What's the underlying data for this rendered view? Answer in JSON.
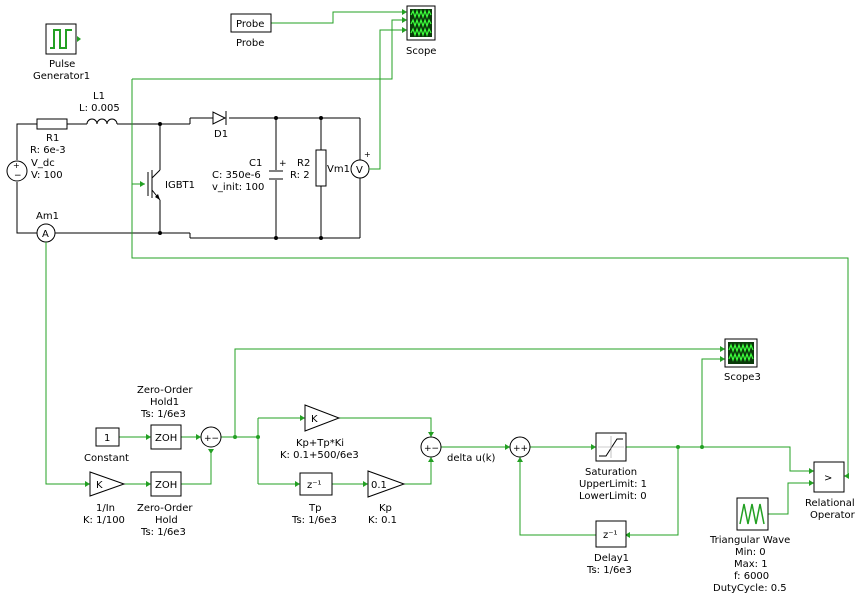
{
  "colors": {
    "signal": "#23a023",
    "electrical": "#000000",
    "scope_screen": "#0a3a0a",
    "scope_trace": "#3dff3d"
  },
  "blocks": {
    "pulse": {
      "line1": "Pulse",
      "line2": "Generator1"
    },
    "probe": {
      "label": "Probe",
      "caption": "Probe"
    },
    "scope": {
      "caption": "Scope"
    },
    "scope3": {
      "caption": "Scope3"
    },
    "l1": {
      "name": "L1",
      "param": "L: 0.005"
    },
    "r1": {
      "name": "R1",
      "param": "R: 6e-3"
    },
    "vdc": {
      "name": "V_dc",
      "param": "V: 100"
    },
    "d1": {
      "name": "D1"
    },
    "c1": {
      "name": "C1",
      "param1": "C: 350e-6",
      "param2": "v_init: 100"
    },
    "r2": {
      "name": "R2",
      "param": "R: 2"
    },
    "vm1": {
      "name": "Vm1",
      "symbol": "V"
    },
    "igbt": {
      "name": "IGBT1"
    },
    "am1": {
      "name": "Am1",
      "symbol": "A"
    },
    "constant": {
      "value": "1",
      "caption": "Constant"
    },
    "zoh1": {
      "label": "ZOH",
      "line1": "Zero-Order",
      "line2": "Hold1",
      "line3": "Ts: 1/6e3"
    },
    "zoh": {
      "label": "ZOH",
      "line1": "Zero-Order",
      "line2": "Hold",
      "line3": "Ts: 1/6e3"
    },
    "gain_in": {
      "label": "K",
      "line1": "1/In",
      "line2": "K: 1/100"
    },
    "gain_kp_tp": {
      "label": "K",
      "line1": "Kp+Tp*Ki",
      "line2": "K: 0.1+500/6e3"
    },
    "tp": {
      "label": "z⁻¹",
      "line1": "Tp",
      "line2": "Ts: 1/6e3"
    },
    "kp": {
      "label": "0.1",
      "line1": "Kp",
      "line2": "K: 0.1"
    },
    "sum1": {
      "signs": "+−"
    },
    "sum2": {
      "signs": "+−"
    },
    "sum3": {
      "signs": "++"
    },
    "delta_label": "delta u(k)",
    "saturation": {
      "line1": "Saturation",
      "line2": "UpperLimit: 1",
      "line3": "LowerLimit: 0"
    },
    "delay1": {
      "label": "z⁻¹",
      "line1": "Delay1",
      "line2": "Ts: 1/6e3"
    },
    "relational": {
      "label": ">",
      "line1": "Relational",
      "line2": "Operator"
    },
    "triangular": {
      "line1": "Triangular Wave",
      "line2": "Min: 0",
      "line3": "Max: 1",
      "line4": "f: 6000",
      "line5": "DutyCycle: 0.5"
    }
  }
}
